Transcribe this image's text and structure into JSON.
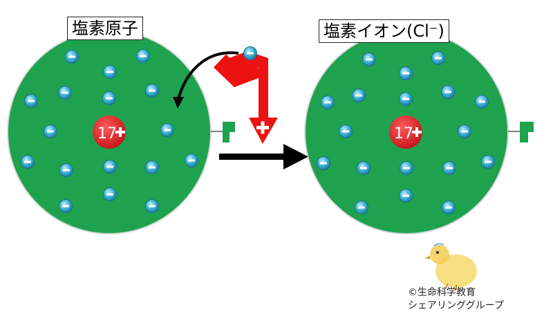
{
  "labels": {
    "atom_title": "塩素原子",
    "ion_title": "塩素イオン(Cl⁻)",
    "nucleus_atom": "17",
    "nucleus_ion": "17",
    "credit_line1": "©生命科学教育",
    "credit_line2": "シェアリンググループ"
  },
  "electron": {
    "count_atom": 17,
    "count_ion": 18,
    "free_electron": 1
  },
  "icons": {
    "plus": "plus-icon",
    "minus": "minus-icon",
    "arrow": "arrow-icon",
    "mascot": "chick-icon"
  },
  "colors": {
    "atom_fill": "#1ea24e",
    "nucleus_fill": "#e8202a",
    "electron_fill": "#3fb3d6",
    "arrow_red": "#ee1111",
    "arrow_black": "#000000"
  }
}
